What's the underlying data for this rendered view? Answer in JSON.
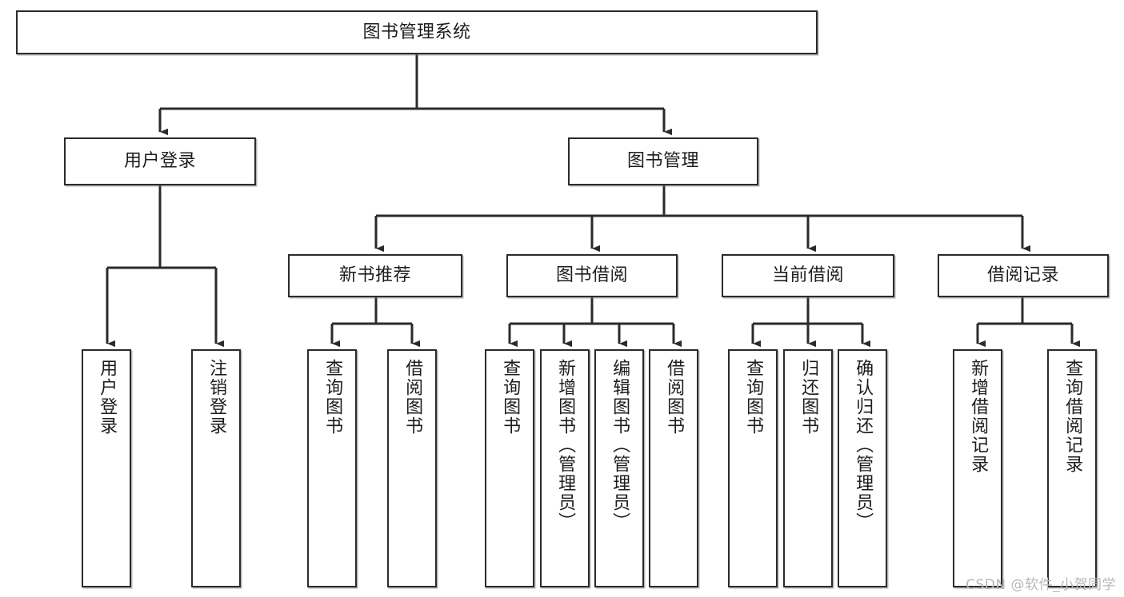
{
  "diagram": {
    "title": "图书管理系统",
    "type": "tree-hierarchy-chart",
    "orientation": "top-down",
    "colors": {
      "box_border": "#2b2b2b",
      "box_fill": "#ffffff",
      "edge": "#2b2b2b",
      "text": "#1d1d1d",
      "watermark": "#b8b8b8",
      "canvas": "#ffffff"
    }
  },
  "watermark": {
    "text": "CSDN @软件_小贺同学"
  },
  "nodes": {
    "root": {
      "id": "root",
      "label": "图书管理系统",
      "level": 1
    },
    "level2": [
      {
        "id": "user-login",
        "label": "用户登录"
      },
      {
        "id": "book-management",
        "label": "图书管理"
      }
    ],
    "level3": [
      {
        "id": "new-book-recommend",
        "label": "新书推荐",
        "parent": "book-management"
      },
      {
        "id": "book-borrow",
        "label": "图书借阅",
        "parent": "book-management"
      },
      {
        "id": "current-borrow",
        "label": "当前借阅",
        "parent": "book-management"
      },
      {
        "id": "borrow-record",
        "label": "借阅记录",
        "parent": "book-management"
      }
    ],
    "leaves": [
      {
        "id": "leaf-user-login",
        "label": "用户登录",
        "parent": "user-login"
      },
      {
        "id": "leaf-user-logout",
        "label": "注销登录",
        "parent": "user-login"
      },
      {
        "id": "leaf-query-book-rec",
        "label": "查询图书",
        "parent": "new-book-recommend"
      },
      {
        "id": "leaf-borrow-book-rec",
        "label": "借阅图书",
        "parent": "new-book-recommend"
      },
      {
        "id": "leaf-query-book-borrow",
        "label": "查询图书",
        "parent": "book-borrow"
      },
      {
        "id": "leaf-add-book",
        "label": "新增图书（管理员）",
        "parent": "book-borrow"
      },
      {
        "id": "leaf-edit-book",
        "label": "编辑图书（管理员）",
        "parent": "book-borrow"
      },
      {
        "id": "leaf-borrow-book",
        "label": "借阅图书",
        "parent": "book-borrow"
      },
      {
        "id": "leaf-query-book-current",
        "label": "查询图书",
        "parent": "current-borrow"
      },
      {
        "id": "leaf-return-book",
        "label": "归还图书",
        "parent": "current-borrow"
      },
      {
        "id": "leaf-confirm-return",
        "label": "确认归还（管理员）",
        "parent": "current-borrow"
      },
      {
        "id": "leaf-add-record",
        "label": "新增借阅记录",
        "parent": "borrow-record"
      },
      {
        "id": "leaf-query-record",
        "label": "查询借阅记录",
        "parent": "borrow-record"
      }
    ]
  },
  "chart_data": {
    "type": "tree",
    "title": "图书管理系统",
    "root": {
      "label": "图书管理系统",
      "children": [
        {
          "label": "用户登录",
          "children": [
            {
              "label": "用户登录"
            },
            {
              "label": "注销登录"
            }
          ]
        },
        {
          "label": "图书管理",
          "children": [
            {
              "label": "新书推荐",
              "children": [
                {
                  "label": "查询图书"
                },
                {
                  "label": "借阅图书"
                }
              ]
            },
            {
              "label": "图书借阅",
              "children": [
                {
                  "label": "查询图书"
                },
                {
                  "label": "新增图书（管理员）"
                },
                {
                  "label": "编辑图书（管理员）"
                },
                {
                  "label": "借阅图书"
                }
              ]
            },
            {
              "label": "当前借阅",
              "children": [
                {
                  "label": "查询图书"
                },
                {
                  "label": "归还图书"
                },
                {
                  "label": "确认归还（管理员）"
                }
              ]
            },
            {
              "label": "借阅记录",
              "children": [
                {
                  "label": "新增借阅记录"
                },
                {
                  "label": "查询借阅记录"
                }
              ]
            }
          ]
        }
      ]
    }
  }
}
